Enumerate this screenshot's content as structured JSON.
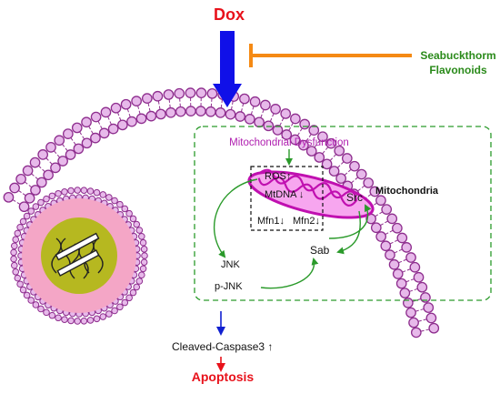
{
  "labels": {
    "dox": "Dox",
    "inhibitor_line1": "Seabuckthorm",
    "inhibitor_line2": "Flavonoids",
    "mito_dysfunction": "Mitochondrial Dysfunction",
    "ros": "ROS↑",
    "mtdna": "MtDNA ↓",
    "mfn1": "Mfn1↓",
    "mfn2": "Mfn2↓",
    "src": "Src",
    "mitochondria": "Mitochondria",
    "sab": "Sab",
    "jnk": "JNK",
    "pjnk": "p-JNK",
    "cleaved_caspase3": "Cleaved-Caspase3 ↑",
    "apoptosis": "Apoptosis"
  },
  "colors": {
    "dox": "#e8121b",
    "dox_arrow": "#1010e8",
    "inhibitor": "#f58a14",
    "inhibitor_text": "#2a8a1a",
    "membrane_fill": "#e7b9ea",
    "membrane_stroke": "#8e2e8e",
    "pathway_green": "#2a9a2a",
    "mito_label": "#b020b0",
    "mito_fill": "#f7a6ef",
    "mito_stroke": "#c010b0",
    "nucleus_outer": "#f4a6c6",
    "nucleus_inner": "#b6b820",
    "caspase_arrow": "#1020d0",
    "apoptosis": "#e8121b"
  }
}
